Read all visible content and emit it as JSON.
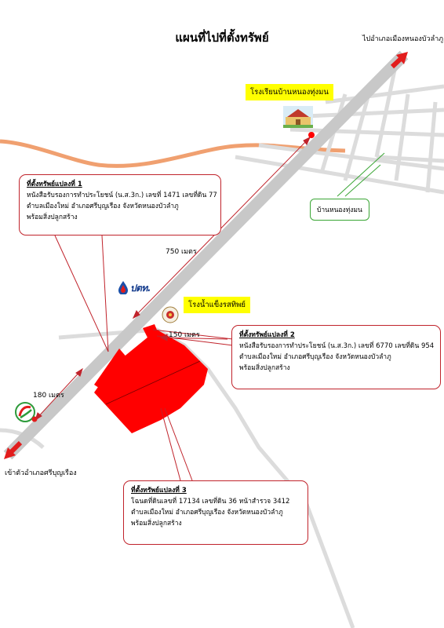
{
  "title": "แผนที่ไปที่ตั้งทรัพย์",
  "directions": {
    "to_district": "ไปอำเภอเมืองหนองบัวลำภู",
    "to_town": "เข้าตัวอำเภอศรีบุญเรือง"
  },
  "landmarks": {
    "school": "โรงเรียนบ้านหนองทุ่งมน",
    "ice_factory": "โรงน้ำแข็งรสทิพย์",
    "village": "บ้านหนองทุ่งมน",
    "ptt_text": "ปตท."
  },
  "distances": {
    "school": "750 เมตร",
    "ice_factory": "150 เมตร",
    "pt_station": "180 เมตร"
  },
  "plots": [
    {
      "heading": "ที่ตั้งทรัพย์แปลงที่ 1",
      "line1": "หนังสือรับรองการทำประโยชน์ (น.ส.3ก.) เลขที่ 1471 เลขที่ดิน 77",
      "line2": "ตำบลเมืองใหม่ อำเภอศรีบุญเรือง จังหวัดหนองบัวลำภู",
      "line3": "พร้อมสิ่งปลูกสร้าง"
    },
    {
      "heading": "ที่ตั้งทรัพย์แปลงที่ 2",
      "line1": "หนังสือรับรองการทำประโยชน์ (น.ส.3ก.) เลขที่ 6770 เลขที่ดิน 954",
      "line2": "ตำบลเมืองใหม่ อำเภอศรีบุญเรือง จังหวัดหนองบัวลำภู",
      "line3": "พร้อมสิ่งปลูกสร้าง"
    },
    {
      "heading": "ที่ตั้งทรัพย์แปลงที่ 3",
      "line1": "โฉนดที่ดินเลขที่ 17134 เลขที่ดิน 36 หน้าสำรวจ 3412",
      "line2": "ตำบลเมืองใหม่ อำเภอศรีบุญเรือง จังหวัดหนองบัวลำภู",
      "line3": "พร้อมสิ่งปลูกสร้าง"
    }
  ],
  "colors": {
    "highway": "#c8c8c8",
    "local_road": "#dcdcdc",
    "river": "#f0a070",
    "property": "#ff0000",
    "arrow": "#e21d1d",
    "callout_border": "#c0232b",
    "village_border": "#3aa635"
  }
}
